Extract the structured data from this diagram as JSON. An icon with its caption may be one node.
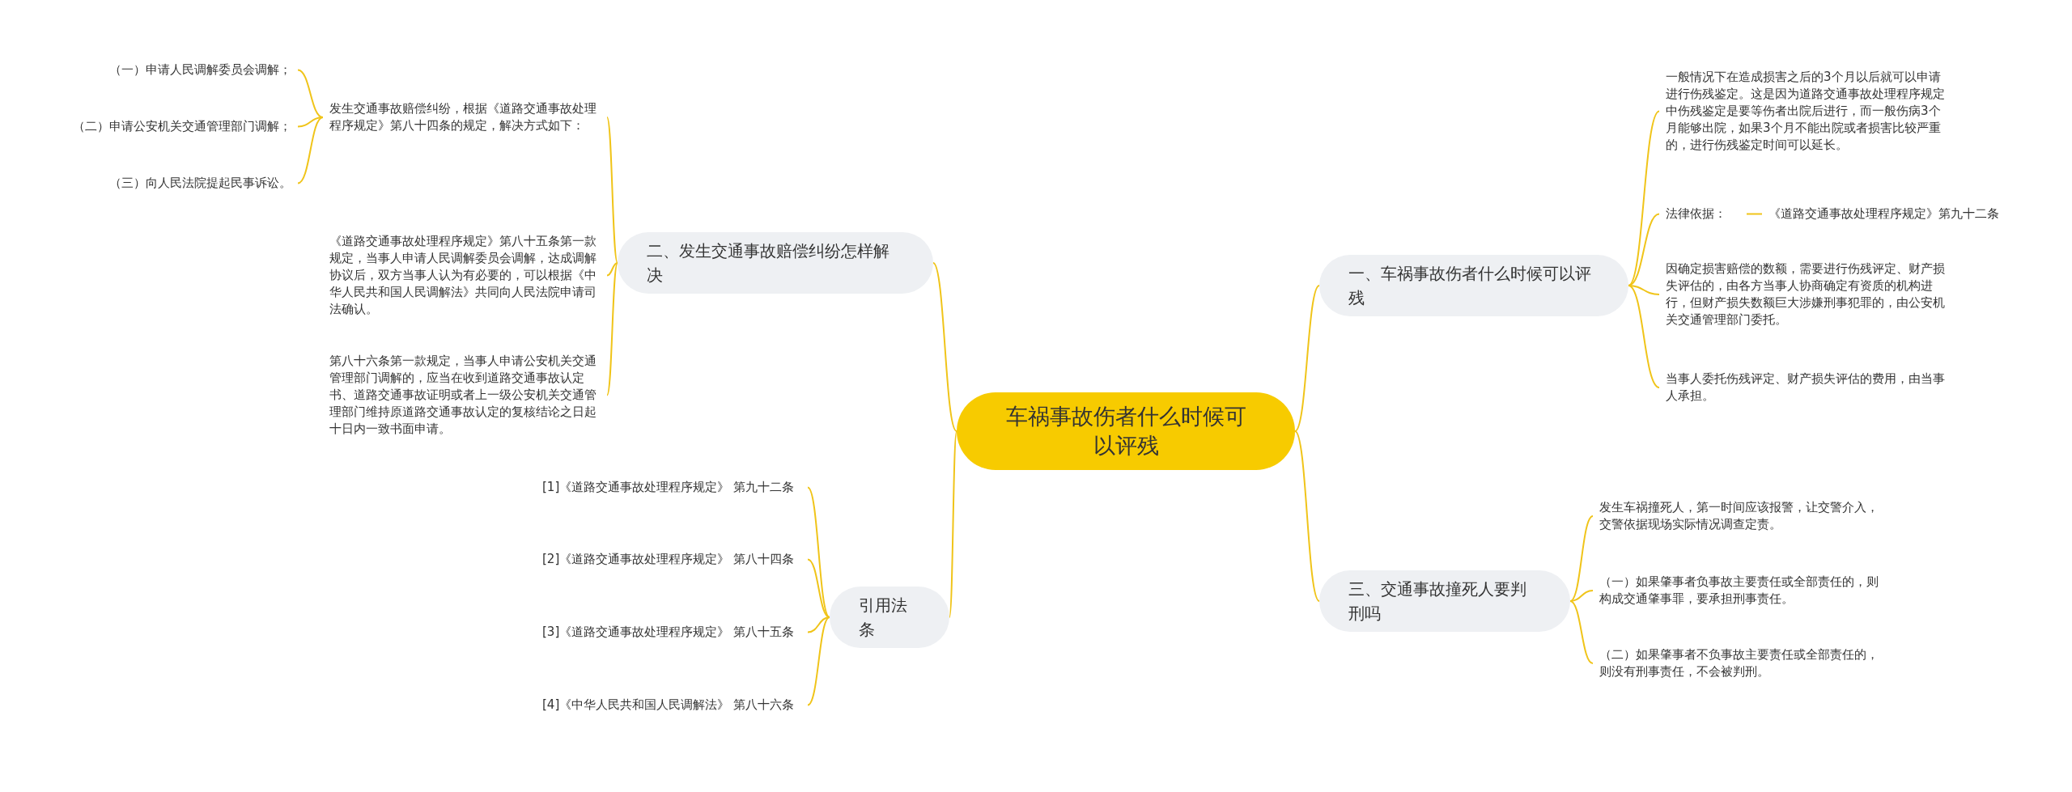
{
  "diagram": {
    "nodes": [
      {
        "text": [
          "车祸事故伤者什么时候可以评残"
        ]
      },
      {
        "text": [
          "一、车祸事故伤者什么时候可以评残"
        ]
      },
      {
        "text": [
          "一般情况下在造成损害之后的3个月以后就可以申请进行伤残鉴定。这是因为道路交通事故处理程序规定中伤残鉴定是要等伤者出院后进行，而一般伤病3个月能够出院，如果3个月不能出院或者损害比较严重的，进行伤残鉴定时间可以延长。"
        ]
      },
      {
        "text": [
          "法律依据："
        ]
      },
      {
        "text": [
          "《道路交通事故处理程序规定》第九十二条"
        ]
      },
      {
        "text": [
          "因确定损害赔偿的数额，需要进行伤残评定、财产损失评估的，由各方当事人协商确定有资质的机构进行，但财产损失数额巨大涉嫌刑事犯罪的，由公安机关交通管理部门委托。"
        ]
      },
      {
        "text": [
          "当事人委托伤残评定、财产损失评估的费用，由当事人承担。"
        ]
      },
      {
        "text": [
          "二、发生交通事故赔偿纠纷怎样解决"
        ]
      },
      {
        "text": [
          "发生交通事故赔偿纠纷，根据《道路交通事故处理程序规定》第八十四条的规定，解决方式如下："
        ]
      },
      {
        "text": [
          "（一）申请人民调解委员会调解；"
        ]
      },
      {
        "text": [
          "（二）申请公安机关交通管理部门调解；"
        ]
      },
      {
        "text": [
          "（三）向人民法院提起民事诉讼。"
        ]
      },
      {
        "text": [
          "《道路交通事故处理程序规定》第八十五条第一款规定，当事人申请人民调解委员会调解，达成调解协议后，双方当事人认为有必要的，可以根据《中华人民共和国人民调解法》共同向人民法院申请司法确认。"
        ]
      },
      {
        "text": [
          "第八十六条第一款规定，当事人申请公安机关交通管理部门调解的，应当在收到道路交通事故认定书、道路交通事故证明或者上一级公安机关交通管理部门维持原道路交通事故认定的复核结论之日起十日内一致书面申请。"
        ]
      },
      {
        "text": [
          "三、交通事故撞死人要判刑吗"
        ]
      },
      {
        "text": [
          "发生车祸撞死人，第一时间应该报警，让交警介入，交警依据现场实际情况调查定责。"
        ]
      },
      {
        "text": [
          "（一）如果肇事者负事故主要责任或全部责任的，则构成交通肇事罪，要承担刑事责任。"
        ]
      },
      {
        "text": [
          "（二）如果肇事者不负事故主要责任或全部责任的，则没有刑事责任，不会被判刑。"
        ]
      },
      {
        "text": [
          "引用法条"
        ]
      },
      {
        "text": [
          "[1]《道路交通事故处理程序规定》 第九十二条"
        ]
      },
      {
        "text": [
          "[2]《道路交通事故处理程序规定》 第八十四条"
        ]
      },
      {
        "text": [
          "[3]《道路交通事故处理程序规定》 第八十五条"
        ]
      },
      {
        "text": [
          "[4]《中华人民共和国人民调解法》 第八十六条"
        ]
      }
    ],
    "edges": [
      {
        "from": 0,
        "to": 1,
        "arrow": "none"
      },
      {
        "from": 0,
        "to": 7,
        "arrow": "none"
      },
      {
        "from": 0,
        "to": 14,
        "arrow": "none"
      },
      {
        "from": 0,
        "to": 18,
        "arrow": "none"
      },
      {
        "from": 1,
        "to": 2,
        "arrow": "none"
      },
      {
        "from": 1,
        "to": 3,
        "arrow": "none"
      },
      {
        "from": 3,
        "to": 4,
        "arrow": "none"
      },
      {
        "from": 1,
        "to": 5,
        "arrow": "none"
      },
      {
        "from": 1,
        "to": 6,
        "arrow": "none"
      },
      {
        "from": 7,
        "to": 8,
        "arrow": "none"
      },
      {
        "from": 8,
        "to": 9,
        "arrow": "none"
      },
      {
        "from": 8,
        "to": 10,
        "arrow": "none"
      },
      {
        "from": 8,
        "to": 11,
        "arrow": "none"
      },
      {
        "from": 7,
        "to": 12,
        "arrow": "none"
      },
      {
        "from": 7,
        "to": 13,
        "arrow": "none"
      },
      {
        "from": 14,
        "to": 15,
        "arrow": "none"
      },
      {
        "from": 14,
        "to": 16,
        "arrow": "none"
      },
      {
        "from": 14,
        "to": 17,
        "arrow": "none"
      },
      {
        "from": 18,
        "to": 19,
        "arrow": "none"
      },
      {
        "from": 18,
        "to": 20,
        "arrow": "none"
      },
      {
        "from": 18,
        "to": 21,
        "arrow": "none"
      },
      {
        "from": 18,
        "to": 22,
        "arrow": "none"
      }
    ]
  }
}
